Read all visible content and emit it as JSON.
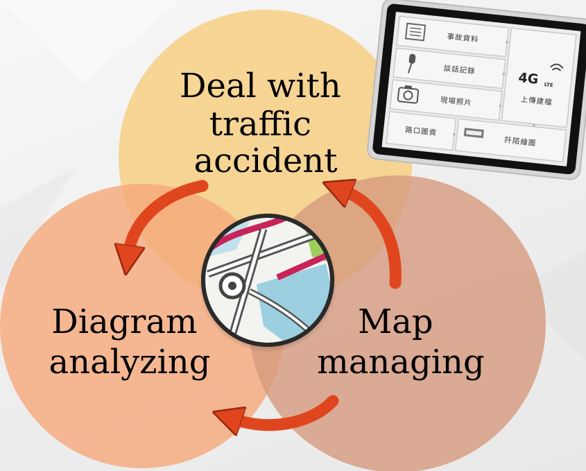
{
  "circles": {
    "top": {
      "lines": [
        "Deal with",
        "traffic",
        "accident"
      ],
      "color": "#f6cf85"
    },
    "left": {
      "lines": [
        "Diagram",
        "analyzing"
      ],
      "color": "#f5a97a"
    },
    "right": {
      "lines": [
        "Map",
        "managing"
      ],
      "color": "#d69a7e"
    }
  },
  "arrow_color": "#e0461e",
  "tablet": {
    "items": {
      "accident_data": "事故資料",
      "conversation_record": "談話記錄",
      "scene_photo": "現場照片",
      "upload": "上傳建檔",
      "intersection_data": "路口圖資",
      "road_drawing": "阡陌繪圖"
    },
    "network": "4G",
    "network_sub": "LTE"
  }
}
